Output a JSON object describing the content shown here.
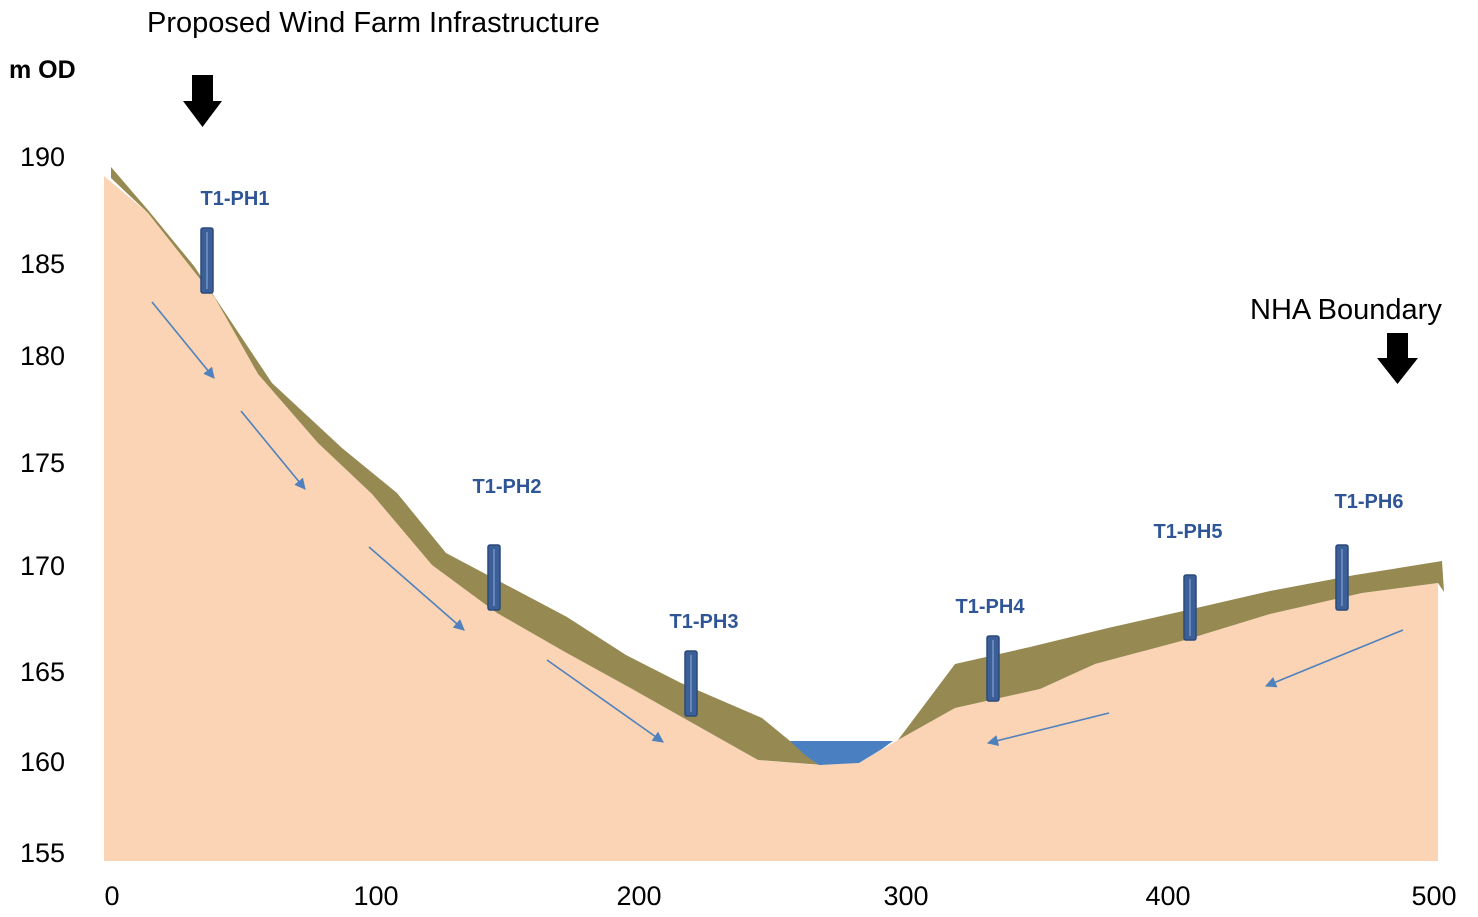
{
  "title_annotation": "Proposed Wind Farm Infrastructure",
  "boundary_annotation": "NHA Boundary",
  "y_unit": "m OD",
  "y_ticks": [
    "190",
    "185",
    "180",
    "175",
    "170",
    "165",
    "160",
    "155"
  ],
  "x_ticks": [
    "0",
    "100",
    "200",
    "300",
    "400",
    "500"
  ],
  "piezometers": [
    {
      "label": "T1-PH1",
      "x": 36
    },
    {
      "label": "T1-PH2",
      "x": 147
    },
    {
      "label": "T1-PH3",
      "x": 219
    },
    {
      "label": "T1-PH4",
      "x": 332
    },
    {
      "label": "T1-PH5",
      "x": 407
    },
    {
      "label": "T1-PH6",
      "x": 462
    }
  ],
  "colors": {
    "ground": "#fad4b4",
    "peat": "#968a52",
    "water": "#4a7fc1",
    "piezometer": "#3b5f96",
    "label": "#2f5597",
    "flow_arrow": "#4f81bd",
    "marker_arrow": "#000000"
  },
  "icons": {
    "wind_farm_marker": "arrow-down-icon",
    "boundary_marker": "arrow-down-icon",
    "flow": "flow-arrow-icon"
  }
}
